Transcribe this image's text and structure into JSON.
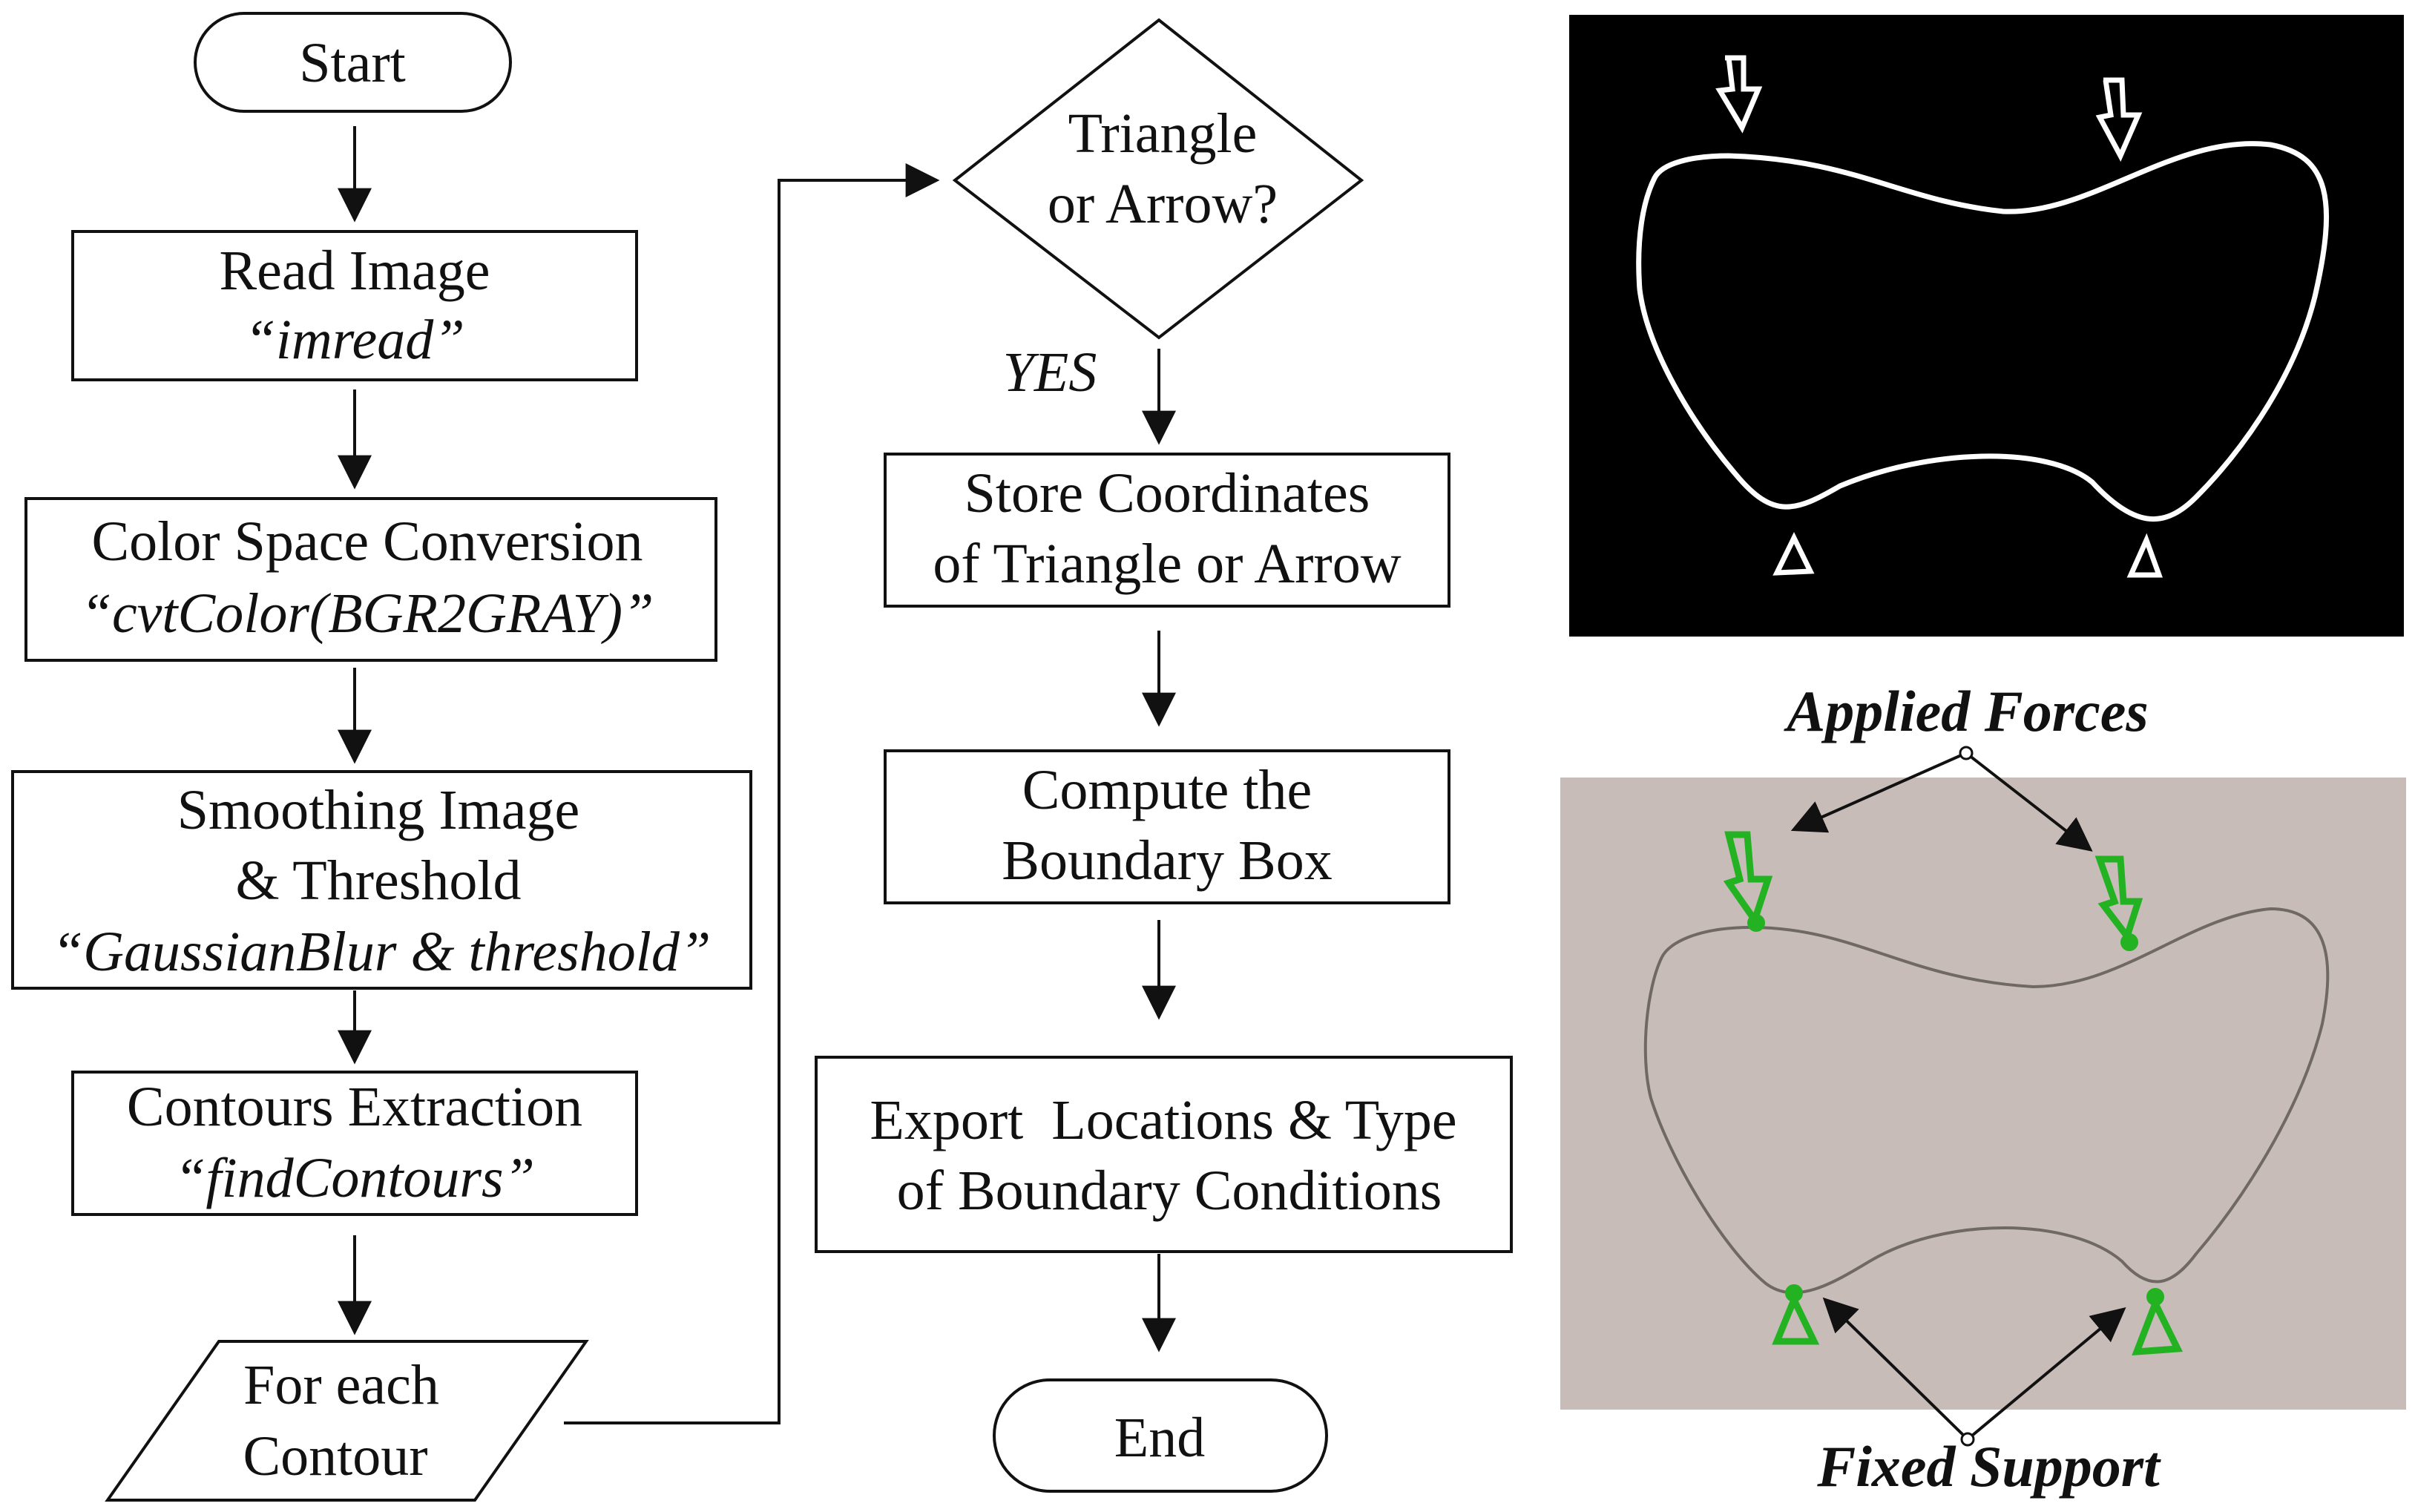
{
  "flowchart": {
    "start": "Start",
    "read_image": {
      "title": "Read Image",
      "func": "“imread”"
    },
    "color_space": {
      "title": "Color Space Conversion",
      "func": "“cvtColor(BGR2GRAY)”"
    },
    "smoothing": {
      "line1": "Smoothing Image",
      "line2": "& Threshold",
      "func": "“GaussianBlur & threshold”"
    },
    "contours": {
      "title": "Contours Extraction",
      "func": "“findContours”"
    },
    "for_each": {
      "line1": "For each",
      "line2": "Contour"
    },
    "decision": {
      "line1": "Triangle",
      "line2": "or Arrow?"
    },
    "yes_label": "YES",
    "store": {
      "line1": "Store Coordinates",
      "line2": "of Triangle or Arrow"
    },
    "compute": {
      "line1": "Compute the",
      "line2": "Boundary Box"
    },
    "export": {
      "line1": "Export  Locations & Type",
      "line2": "of Boundary Conditions"
    },
    "end": "End"
  },
  "images": {
    "applied_forces_label": "Applied Forces",
    "fixed_support_label": "Fixed Support",
    "marker_color": "#22b222",
    "binary_background": "#000000",
    "photo_background": "#c7bcb8"
  }
}
